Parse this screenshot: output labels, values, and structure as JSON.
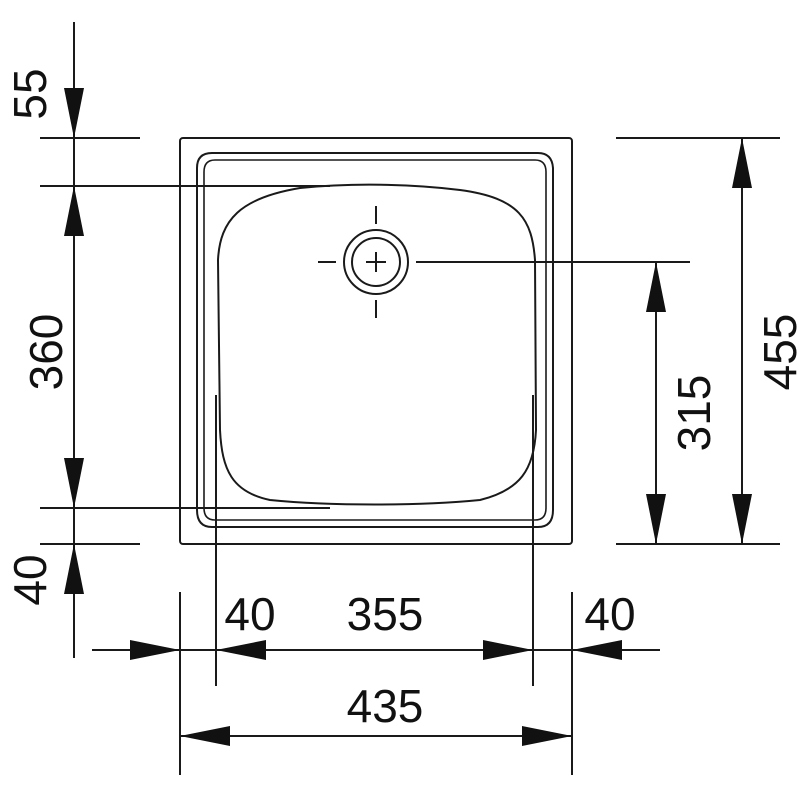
{
  "dimensions": {
    "top_offset": "55",
    "inner_depth": "360",
    "bottom_offset": "40",
    "drain_offset": "315",
    "outer_depth": "455",
    "left_rim": "40",
    "inner_width": "355",
    "right_rim": "40",
    "outer_width": "435"
  },
  "colors": {
    "line": "#1a1a1a",
    "background": "#ffffff"
  }
}
